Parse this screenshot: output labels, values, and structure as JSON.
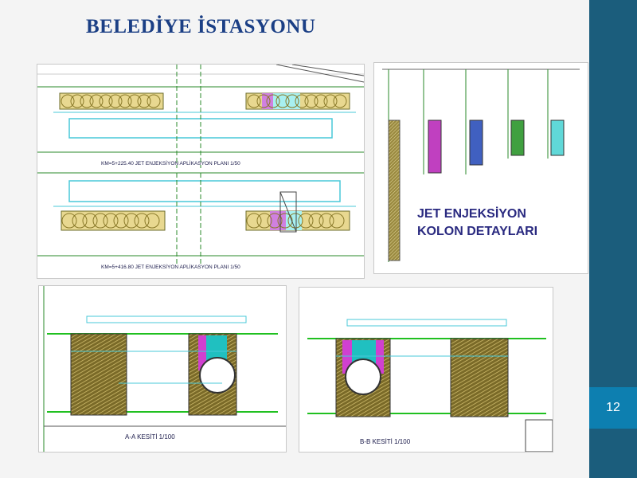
{
  "slide": {
    "title": "BELEDİYE İSTASYONU",
    "page_number": "12"
  },
  "drawings": {
    "plan_top_caption": "KM=5+225.40 JET ENJEKSİYON APLİKASYON PLANI 1/50",
    "plan_bottom_caption": "KM=5+416.80 JET ENJEKSİYON APLİKASYON PLANI 1/50",
    "detail_title_line1": "JET ENJEKSİYON",
    "detail_title_line2": "KOLON DETAYLARI",
    "section_a_caption": "A-A KESİTİ 1/100",
    "section_b_caption": "B-B KESİTİ 1/100"
  },
  "colors": {
    "title": "#1b3f85",
    "side_band": "#1b5d7c",
    "page_badge": "#0d7fb0"
  }
}
